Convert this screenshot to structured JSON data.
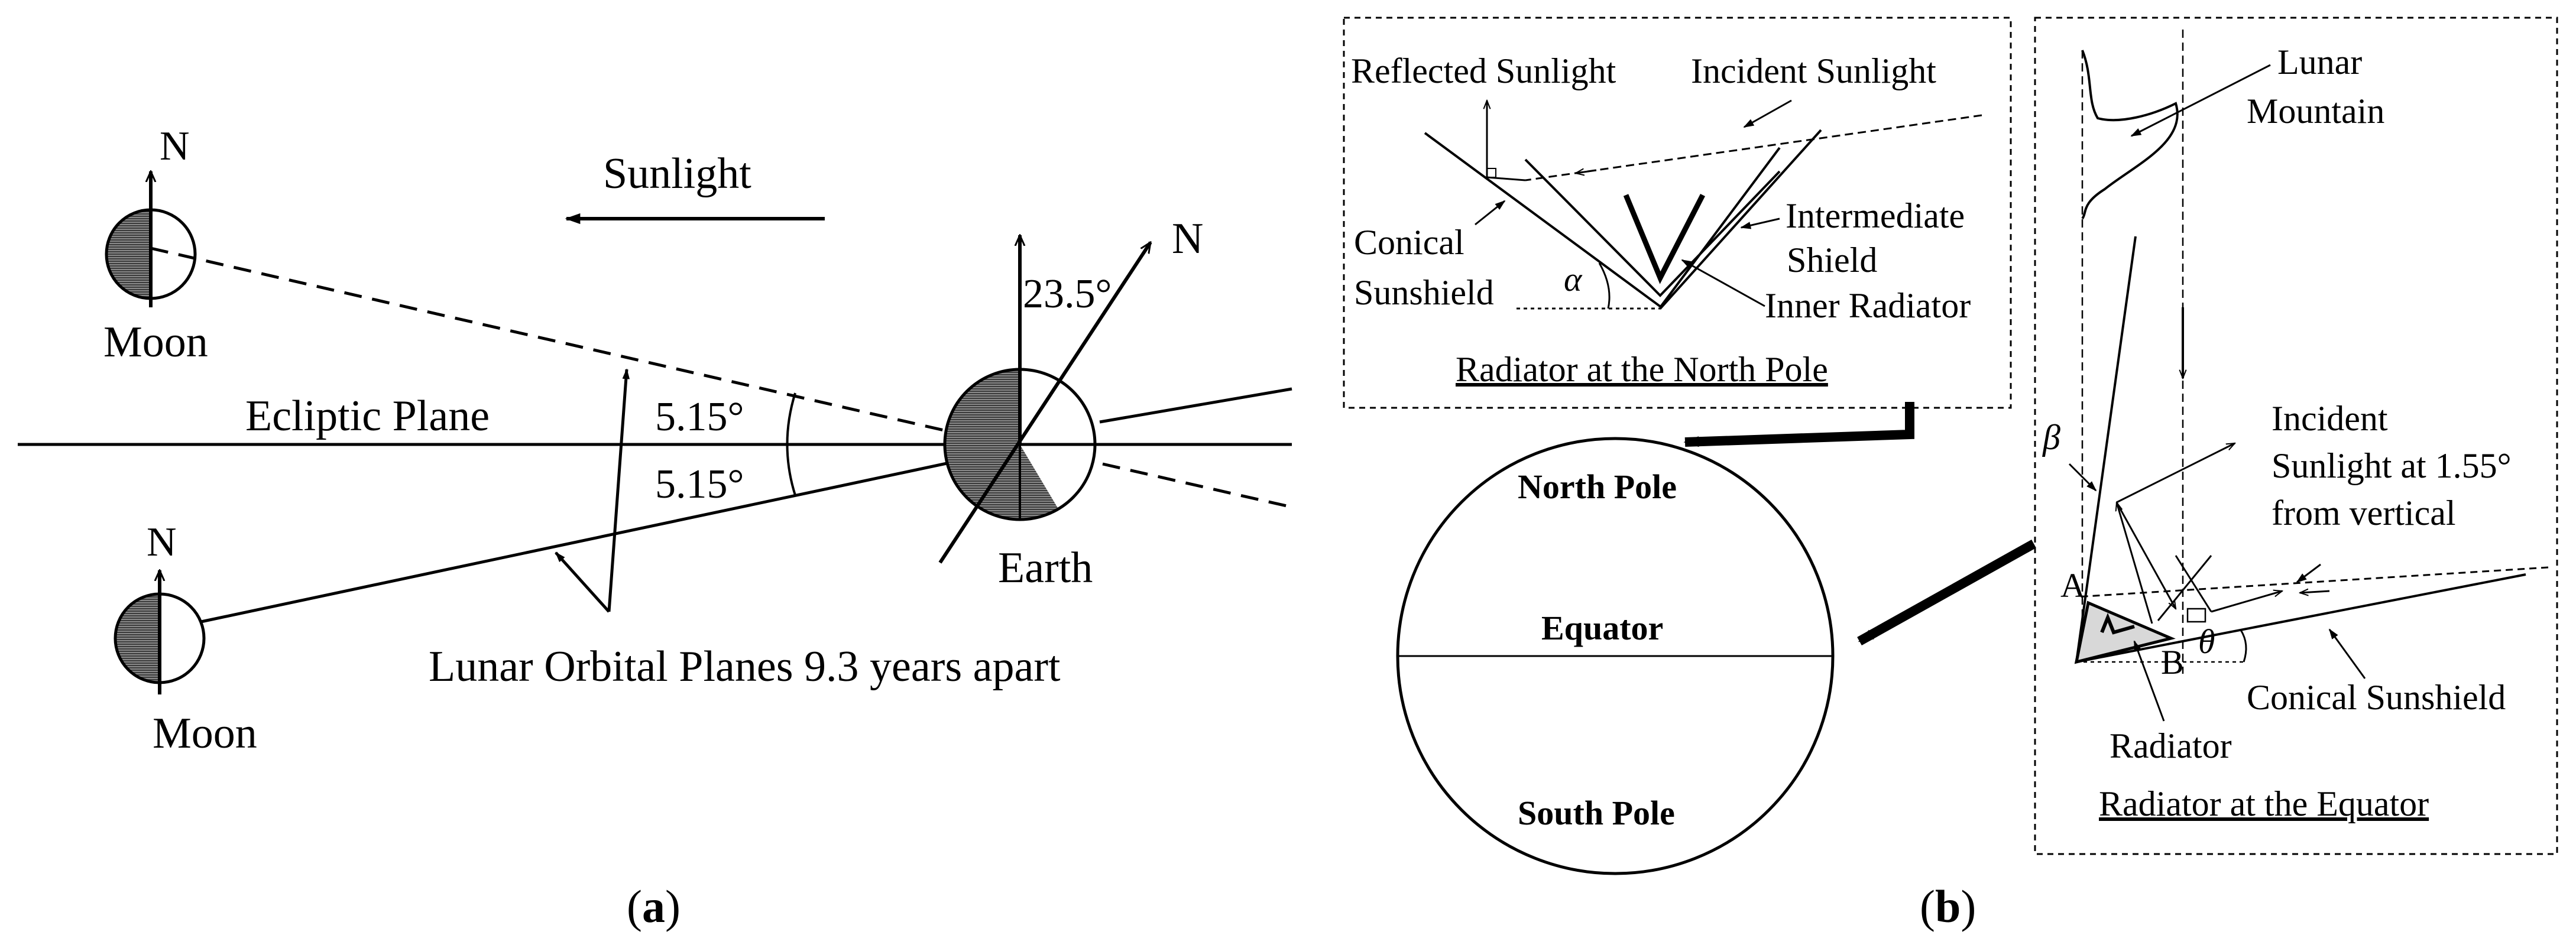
{
  "panel_a": {
    "caption_open": "(",
    "caption_letter": "a",
    "caption_close": ")",
    "sunlight": "Sunlight",
    "ecliptic_plane": "Ecliptic Plane",
    "angle_upper": "5.15°",
    "angle_lower": "5.15°",
    "axial_tilt": "23.5°",
    "earth": "Earth",
    "moon_top": "Moon",
    "moon_bottom": "Moon",
    "north_moon_top": "N",
    "north_moon_bottom": "N",
    "north_earth": "N",
    "lunar_orbital_planes": "Lunar Orbital Planes 9.3 years apart"
  },
  "panel_b": {
    "caption_open": "(",
    "caption_letter": "b",
    "caption_close": ")",
    "north_pole_box": {
      "reflected_sunlight": "Reflected Sunlight",
      "incident_sunlight": "Incident Sunlight",
      "intermediate_line1": "Intermediate",
      "intermediate_line2": "Shield",
      "conical_line1": "Conical",
      "conical_line2": "Sunshield",
      "inner_radiator": "Inner Radiator",
      "alpha": "α",
      "title": "Radiator at the North Pole"
    },
    "globe": {
      "north_pole": "North Pole",
      "equator": "Equator",
      "south_pole": "South Pole"
    },
    "equator_box": {
      "lunar_line1": "Lunar",
      "lunar_line2": "Mountain",
      "incident_line1": "Incident",
      "incident_line2": "Sunlight at 1.55°",
      "incident_line3": "from vertical",
      "beta": "β",
      "theta": "θ",
      "point_a": "A",
      "point_b": "B",
      "conical_sunshield": "Conical Sunshield",
      "radiator": "Radiator",
      "title": "Radiator at the Equator"
    }
  }
}
